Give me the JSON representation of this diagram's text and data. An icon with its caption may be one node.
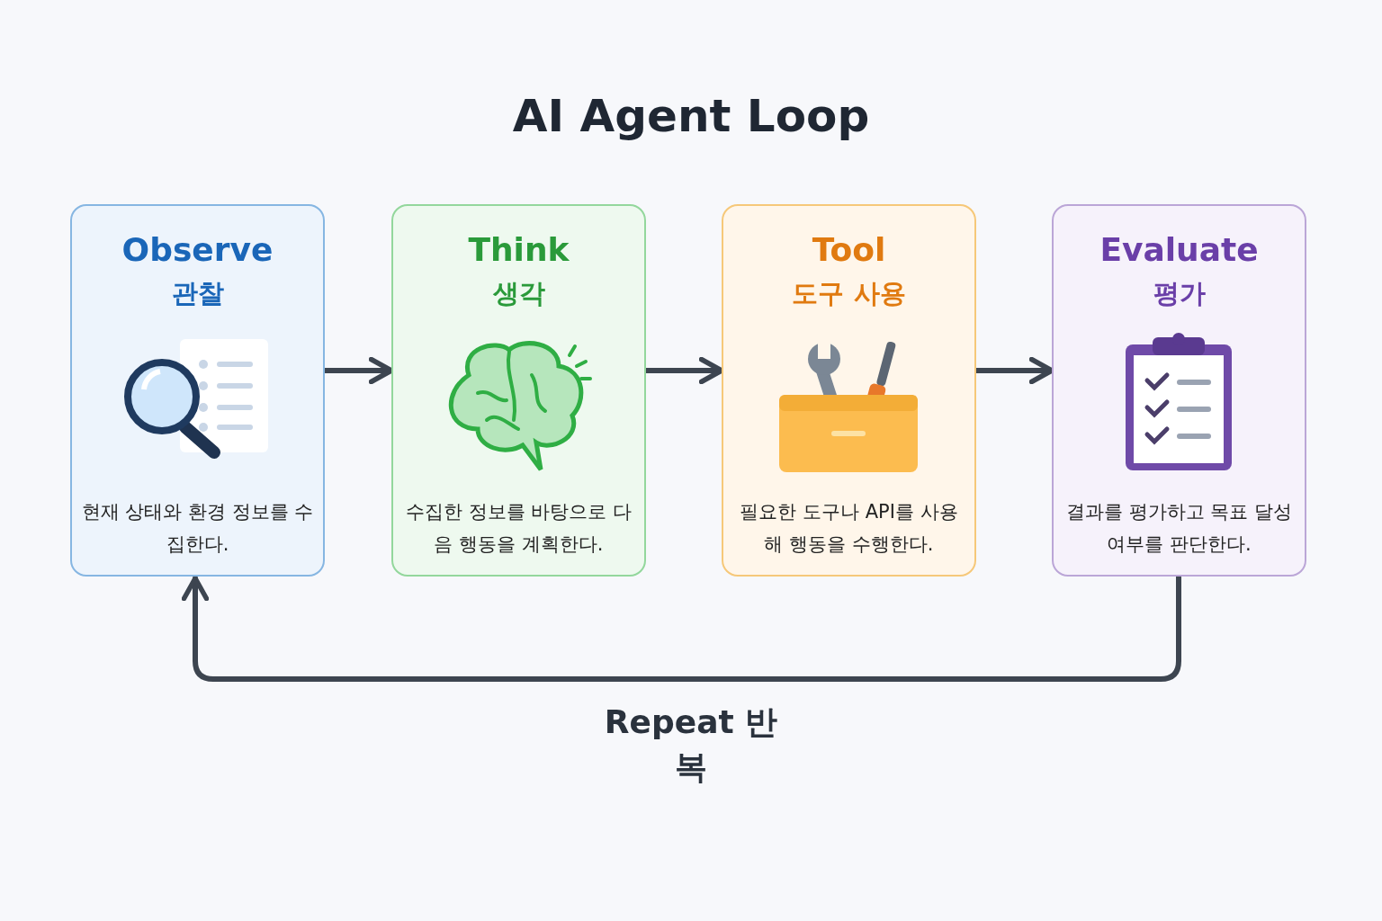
{
  "diagram": {
    "title": "AI Agent Loop",
    "nodes": [
      {
        "text": [
          "Observe",
          "관찰",
          "현재 상태와 환경 정보를 수집한다."
        ]
      },
      {
        "text": [
          "Think",
          "생각",
          "수집한 정보를 바탕으로 다음 행동을 계획한다."
        ]
      },
      {
        "text": [
          "Tool",
          "도구 사용",
          "필요한 도구나 API를 사용해 행동을 수행한다."
        ]
      },
      {
        "text": [
          "Evaluate",
          "평가",
          "결과를 평가하고 목표 달성 여부를 판단한다."
        ]
      }
    ],
    "edges": [
      {
        "from": 0,
        "to": 1,
        "arrow": "to"
      },
      {
        "from": 1,
        "to": 2,
        "arrow": "to"
      },
      {
        "from": 2,
        "to": 3,
        "arrow": "to"
      },
      {
        "from": 3,
        "to": 0,
        "arrow": "to",
        "label": "Repeat 반복"
      }
    ]
  }
}
